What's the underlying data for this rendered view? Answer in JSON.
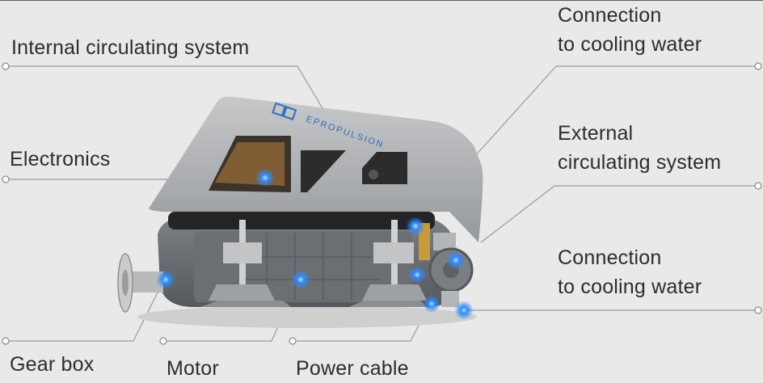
{
  "labels": {
    "internal_circulating_system": "Internal circulating system",
    "electronics": "Electronics",
    "connection_top": [
      "Connection",
      "to cooling water"
    ],
    "external_circulating_system": [
      "External",
      "circulating system"
    ],
    "connection_bottom": [
      "Connection",
      "to cooling water"
    ],
    "gear_box": "Gear box",
    "motor": "Motor",
    "power_cable": "Power cable"
  },
  "product": {
    "brand_text": "EPROPULSION"
  },
  "colors": {
    "background": "#e9e9e9",
    "leader_line": "#9a9a9a",
    "hotspot": "#2f8bff",
    "housing": "#a9abad",
    "motor_body": "#6e7276"
  }
}
